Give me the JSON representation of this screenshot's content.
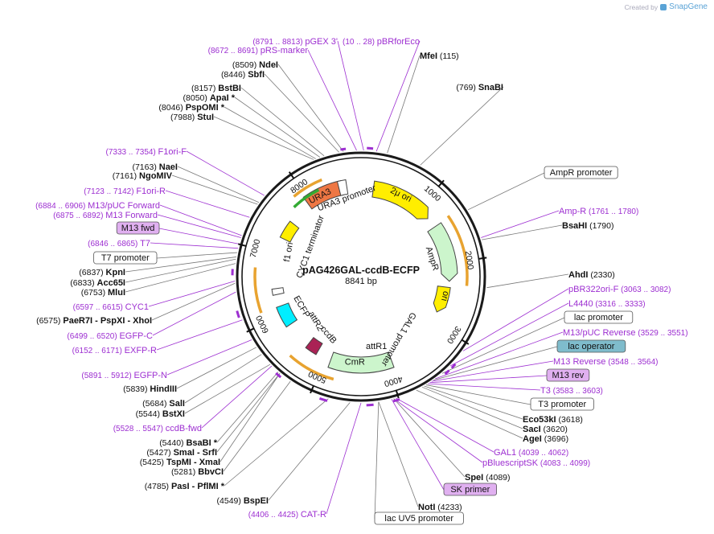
{
  "header": {
    "created_by": "Created by",
    "brand": "SnapGene"
  },
  "plasmid": {
    "name": "pAG426GAL-ccdB-ECFP",
    "length_label": "8841 bp"
  },
  "ticks": [
    "1000",
    "2000",
    "3000",
    "4000",
    "5000",
    "6000",
    "7000",
    "8000"
  ],
  "features_on_map": [
    "URA3",
    "URA3 promoter",
    "2μ ori",
    "AmpR",
    "ori",
    "GAL1 promoter",
    "attR1",
    "CmR",
    "ccdB",
    "attR2",
    "ECFP",
    "f1 ori",
    "CYC1 terminator"
  ],
  "labels": [
    {
      "kind": "feat",
      "name": "pGEX 3'",
      "num": "(8791 .. 8813)"
    },
    {
      "kind": "feat",
      "name": "pRS-marker",
      "num": "(8672 .. 8691)"
    },
    {
      "kind": "feat",
      "name": "pBRforEco",
      "num": "(10 .. 28)"
    },
    {
      "kind": "enz",
      "name": "MfeI",
      "num": "(115)"
    },
    {
      "kind": "enz",
      "name": "NdeI",
      "num": "(8509)"
    },
    {
      "kind": "enz",
      "name": "SbfI",
      "num": "(8446)"
    },
    {
      "kind": "enz",
      "name": "SnaBI",
      "num": "(769)"
    },
    {
      "kind": "enz",
      "name": "BstBI",
      "num": "(8157)"
    },
    {
      "kind": "enz",
      "name": "ApaI *",
      "num": "(8050)"
    },
    {
      "kind": "enz",
      "name": "PspOMI *",
      "num": "(8046)"
    },
    {
      "kind": "enz",
      "name": "StuI",
      "num": "(7988)"
    },
    {
      "kind": "feat",
      "name": "F1ori-F",
      "num": "(7333 .. 7354)"
    },
    {
      "kind": "enz",
      "name": "NaeI",
      "num": "(7163)"
    },
    {
      "kind": "enz",
      "name": "NgoMIV",
      "num": "(7161)"
    },
    {
      "kind": "box",
      "name": "AmpR promoter",
      "num": ""
    },
    {
      "kind": "feat",
      "name": "F1ori-R",
      "num": "(7123 .. 7142)"
    },
    {
      "kind": "feat",
      "name": "M13/pUC Forward",
      "num": "(6884 .. 6906)"
    },
    {
      "kind": "feat",
      "name": "M13 Forward",
      "num": "(6875 .. 6892)"
    },
    {
      "kind": "feat",
      "name": "Amp-R",
      "num": "(1761 .. 1780)"
    },
    {
      "kind": "enz",
      "name": "BsaHI",
      "num": "(1790)"
    },
    {
      "kind": "pbox",
      "name": "M13 fwd",
      "num": ""
    },
    {
      "kind": "feat",
      "name": "T7",
      "num": "(6846 .. 6865)"
    },
    {
      "kind": "box",
      "name": "T7 promoter",
      "num": ""
    },
    {
      "kind": "enz",
      "name": "KpnI",
      "num": "(6837)"
    },
    {
      "kind": "enz",
      "name": "Acc65I",
      "num": "(6833)"
    },
    {
      "kind": "enz",
      "name": "MluI",
      "num": "(6753)"
    },
    {
      "kind": "enz",
      "name": "AhdI",
      "num": "(2330)"
    },
    {
      "kind": "feat",
      "name": "pBR322ori-F",
      "num": "(3063 .. 3082)"
    },
    {
      "kind": "feat",
      "name": "CYC1",
      "num": "(6597 .. 6615)"
    },
    {
      "kind": "feat",
      "name": "L4440",
      "num": "(3316 .. 3333)"
    },
    {
      "kind": "enz",
      "name": "PaeR7I  - PspXI  - XhoI",
      "num": "(6575)"
    },
    {
      "kind": "box",
      "name": "lac promoter",
      "num": ""
    },
    {
      "kind": "feat",
      "name": "EGFP-C",
      "num": "(6499 .. 6520)"
    },
    {
      "kind": "feat",
      "name": "M13/pUC Reverse",
      "num": "(3529 .. 3551)"
    },
    {
      "kind": "feat",
      "name": "EXFP-R",
      "num": "(6152 .. 6171)"
    },
    {
      "kind": "bbox",
      "name": "lac operator",
      "num": ""
    },
    {
      "kind": "feat",
      "name": "M13 Reverse",
      "num": "(3548 .. 3564)"
    },
    {
      "kind": "feat",
      "name": "EGFP-N",
      "num": "(5891 .. 5912)"
    },
    {
      "kind": "pbox",
      "name": "M13 rev",
      "num": ""
    },
    {
      "kind": "enz",
      "name": "HindIII",
      "num": "(5839)"
    },
    {
      "kind": "feat",
      "name": "T3",
      "num": "(3583 .. 3603)"
    },
    {
      "kind": "box",
      "name": "T3 promoter",
      "num": ""
    },
    {
      "kind": "enz",
      "name": "SalI",
      "num": "(5684)"
    },
    {
      "kind": "enz",
      "name": "BstXI",
      "num": "(5544)"
    },
    {
      "kind": "enz",
      "name": "Eco53kI",
      "num": "(3618)"
    },
    {
      "kind": "enz",
      "name": "SacI",
      "num": "(3620)"
    },
    {
      "kind": "enz",
      "name": "AgeI",
      "num": "(3696)"
    },
    {
      "kind": "feat",
      "name": "ccdB-fwd",
      "num": "(5528 .. 5547)"
    },
    {
      "kind": "enz",
      "name": "BsaBI *",
      "num": "(5440)"
    },
    {
      "kind": "enz",
      "name": "SmaI  - SrfI",
      "num": "(5427)"
    },
    {
      "kind": "enz",
      "name": "TspMI  - XmaI",
      "num": "(5425)"
    },
    {
      "kind": "enz",
      "name": "BbvCI",
      "num": "(5281)"
    },
    {
      "kind": "feat",
      "name": "GAL1",
      "num": "(4039 .. 4062)"
    },
    {
      "kind": "feat",
      "name": "pBluescriptSK",
      "num": "(4083 .. 4099)"
    },
    {
      "kind": "enz",
      "name": "PasI  - PflMI *",
      "num": "(4785)"
    },
    {
      "kind": "enz",
      "name": "SpeI",
      "num": "(4089)"
    },
    {
      "kind": "pbox",
      "name": "SK primer",
      "num": ""
    },
    {
      "kind": "enz",
      "name": "BspEI",
      "num": "(4549)"
    },
    {
      "kind": "enz",
      "name": "NotI",
      "num": "(4233)"
    },
    {
      "kind": "feat",
      "name": "CAT-R",
      "num": "(4406 .. 4425)"
    },
    {
      "kind": "box",
      "name": "lac UV5 promoter",
      "num": ""
    }
  ],
  "colors": {
    "feature_label": "#9d2fd1",
    "enzyme_line": "#888888",
    "feature_line": "#9d2fd1",
    "backbone": "#1a1a1a",
    "ura3": "#ee7744",
    "ampr": "#ccf5cc",
    "two_micron_ori": "#ffee00",
    "ori": "#ffee00",
    "cmr": "#ccf5cc",
    "ccdb": "#aa2255",
    "ecfp": "#00eeff",
    "f1ori": "#ffee00",
    "primer_orange": "#e8a330",
    "primer_green": "#33aa33",
    "lac_operator_box": "#7fbccc",
    "primer_box": "#e0b0f0"
  }
}
